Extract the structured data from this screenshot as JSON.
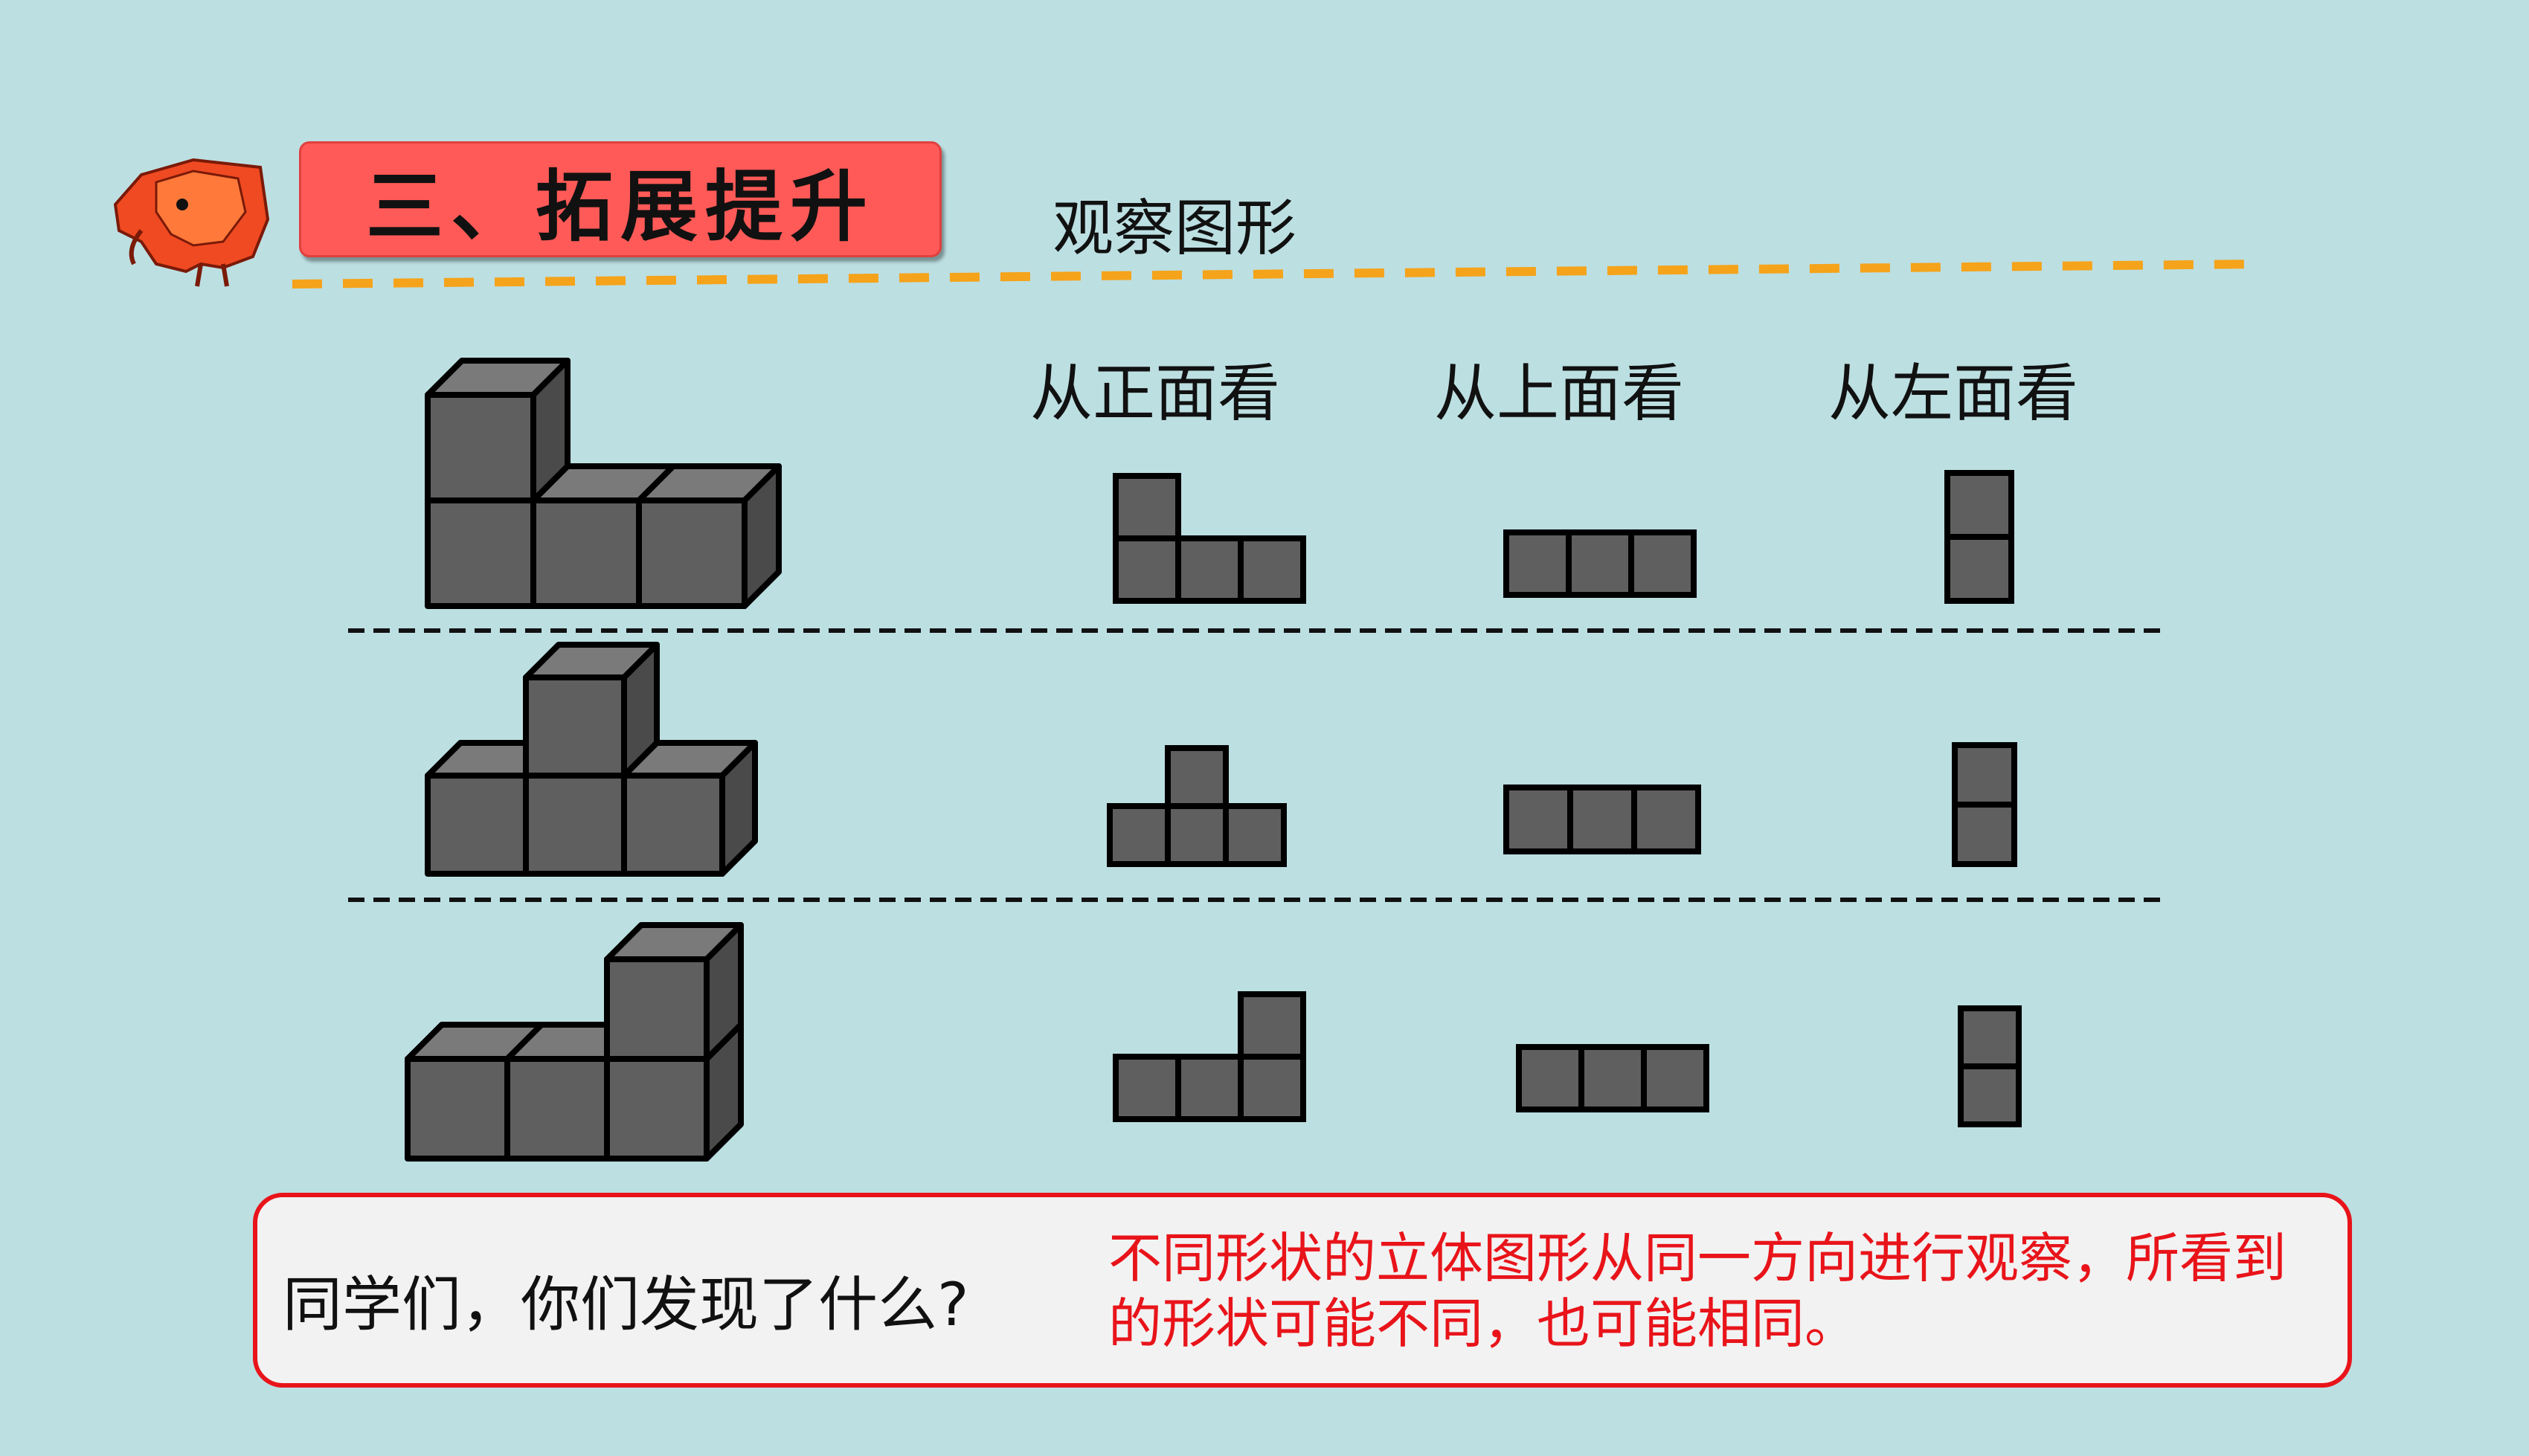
{
  "header": {
    "section_title": "三、拓展提升",
    "subtitle": "观察图形",
    "mascot_icon": "elephant-icon"
  },
  "columns": {
    "front": "从正面看",
    "top": "从上面看",
    "left": "从左面看"
  },
  "figures": [
    {
      "description_icon": "cube-stack-icon"
    },
    {
      "description_icon": "cube-stack-icon"
    },
    {
      "description_icon": "cube-stack-icon"
    }
  ],
  "footer": {
    "question": "同学们，你们发现了什么?",
    "answer": "不同形状的立体图形从同一方向进行观察，所看到的形状可能不同，也可能相同。"
  },
  "colors": {
    "background": "#bcdfe2",
    "tag": "#ff5a57",
    "dash_orange": "#f5a31a",
    "cube_face": "#5f5f5f",
    "answer_red": "#e8141a"
  }
}
